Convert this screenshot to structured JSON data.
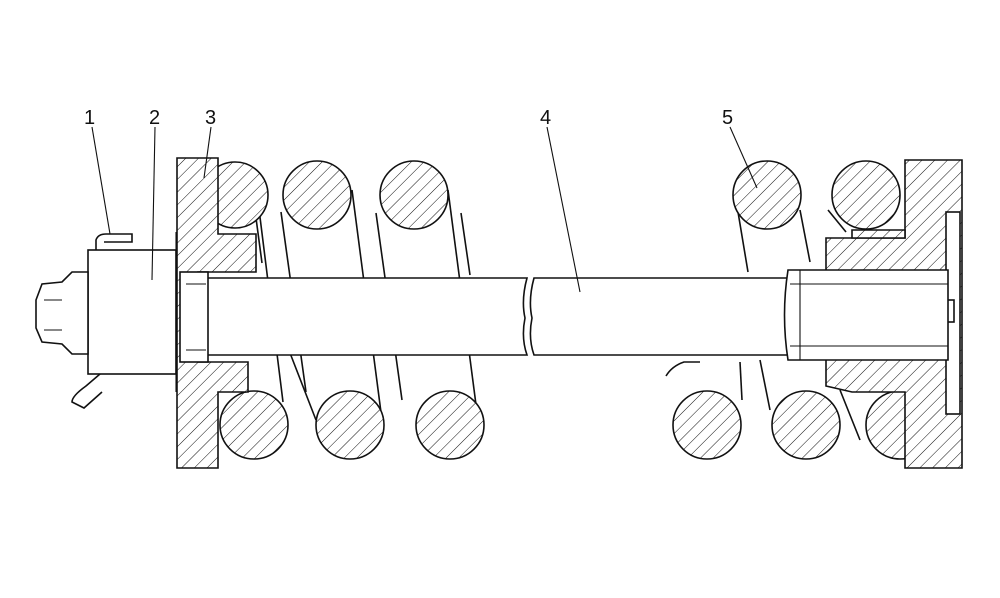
{
  "figure": {
    "callouts": [
      "1",
      "2",
      "3",
      "4",
      "5"
    ]
  },
  "colors": {
    "line": "#111111",
    "background": "#ffffff"
  }
}
